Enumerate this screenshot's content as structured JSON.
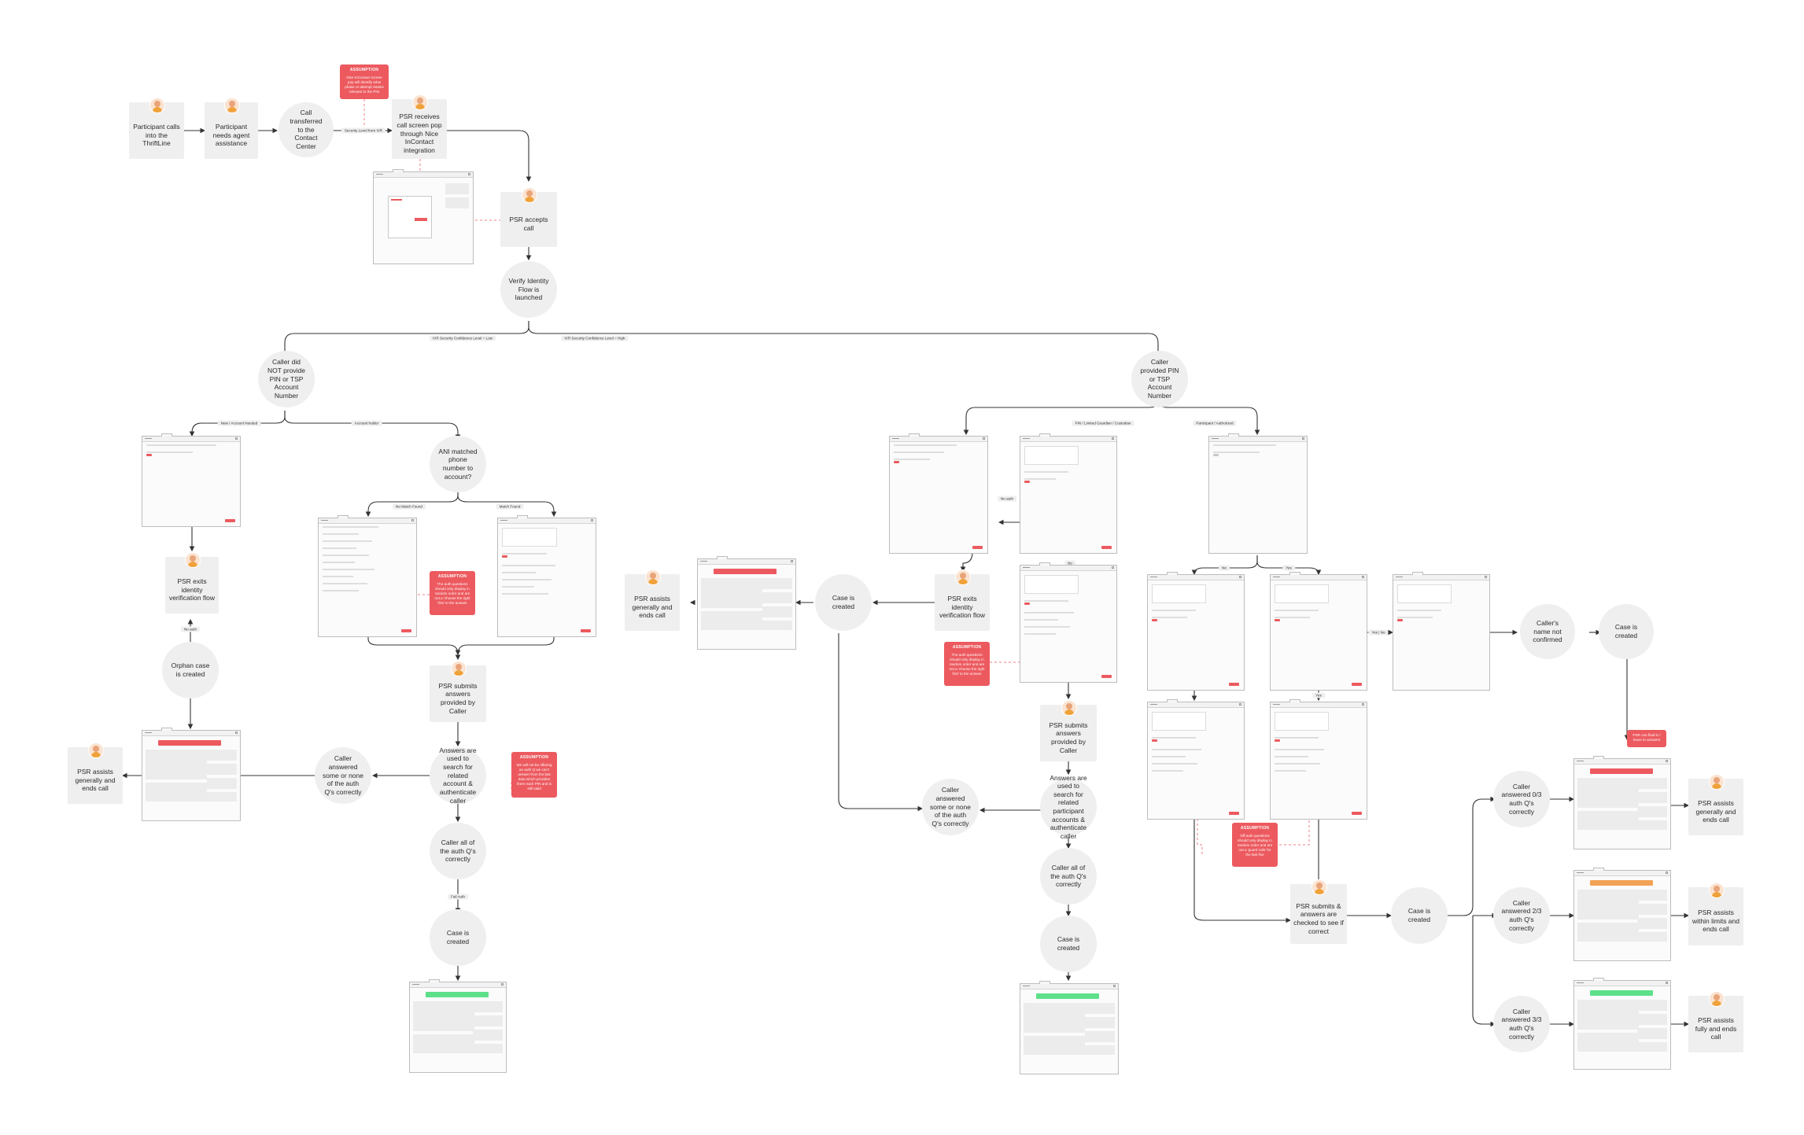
{
  "nodes": {
    "participant_calls": "Participant calls into the ThriftLine",
    "needs_assistance": "Participant needs agent assistance",
    "call_transferred": "Call transferred to the Contact Center",
    "screen_pop": "PSR receives call screen pop through Nice InContact integration",
    "accepts_call": "PSR accepts call",
    "verify_flow": "Verify Identity Flow is launched",
    "no_pin": "Caller did NOT provide PIN or TSP Account Number",
    "provided_pin": "Caller provided PIN or TSP Account Number",
    "ani_match": "ANI matched phone number to account?",
    "exits_flow_left": "PSR exits identity verification flow",
    "orphan_case": "Orphan case is created",
    "assists_left": "PSR assists generally and ends call",
    "submits_answers_1": "PSR submits answers provided by Caller",
    "answers_used_1": "Answers are used to search for related account & authenticate caller",
    "some_none_1": "Caller answered some or none of the auth Q's correctly",
    "all_correct_1": "Caller all of the auth Q's correctly",
    "case_created_1": "Case is created",
    "assists_mid": "PSR assists generally and ends call",
    "case_created_mid": "Case is created",
    "exits_flow_mid": "PSR exits identity verification flow",
    "submits_answers_2": "PSR submits answers provided by Caller",
    "answers_used_2": "Answers are used to search for related participant accounts & authenticate caller",
    "some_none_2": "Caller answered some or none of the auth Q's correctly",
    "all_correct_2": "Caller all of the auth Q's correctly",
    "case_created_2": "Case is created",
    "name_not_confirmed": "Caller's name not confirmed",
    "case_created_right": "Case is created",
    "submits_checked": "PSR submits & answers are checked to see if correct",
    "case_created_3": "Case is created",
    "answered_0_3": "Caller answered 0/3 auth Q's correctly",
    "answered_2_3": "Caller answered 2/3 auth Q's correctly",
    "answered_3_3": "Caller answered 3/3 auth Q's correctly",
    "assists_general_end": "PSR assists generally and ends call",
    "assists_limits": "PSR assists within limits and ends call",
    "assists_fully": "PSR assists fully and ends call"
  },
  "assumptions": {
    "title": "ASSUMPTION",
    "a1": "Nice InContact screen pop will identify what phase or attempt retains relevant to the PIN",
    "a2": "The auth questions should only display in random order and are not a 'choose the right first' to the answer",
    "a3": "We will not be offering an auth Q we can't answer from the last data which provides them each PIN and is still valid",
    "a4": "The auth questions should only display in random order and are not a 'choose the right first' to the answer",
    "a5": "Off-auth questions should only display in random order and are not a 'guard rails' for the last five",
    "a6": "PSR can fluid in / leave to answers"
  },
  "edge_labels": {
    "security_level": "Security Level from IVR",
    "low_conf": "IVR Security Confidence Level = Low",
    "high_conf": "IVR Security Confidence Level = High",
    "new_account": "New / Account Needed",
    "account_holder": "Account holder",
    "no_match": "No Match Found",
    "match_found": "Match Found",
    "pin_limited": "PIN / Limited Guardian / Custodian",
    "participant_auth": "Participant / Authorized",
    "no_auth": "No auth",
    "no": "No",
    "yes": "Yes",
    "yes_no": "Yes | No",
    "yes2": "Yes",
    "fail_auth": "Fail Auth",
    "no_auth2": "No auth"
  },
  "colors": {
    "node_fill": "#efefef",
    "accent_red": "#ec5a5f",
    "success_green": "#5ee08a",
    "warning_orange": "#f2a255",
    "connector": "#333333",
    "dashed_pink": "#ef7d84"
  }
}
